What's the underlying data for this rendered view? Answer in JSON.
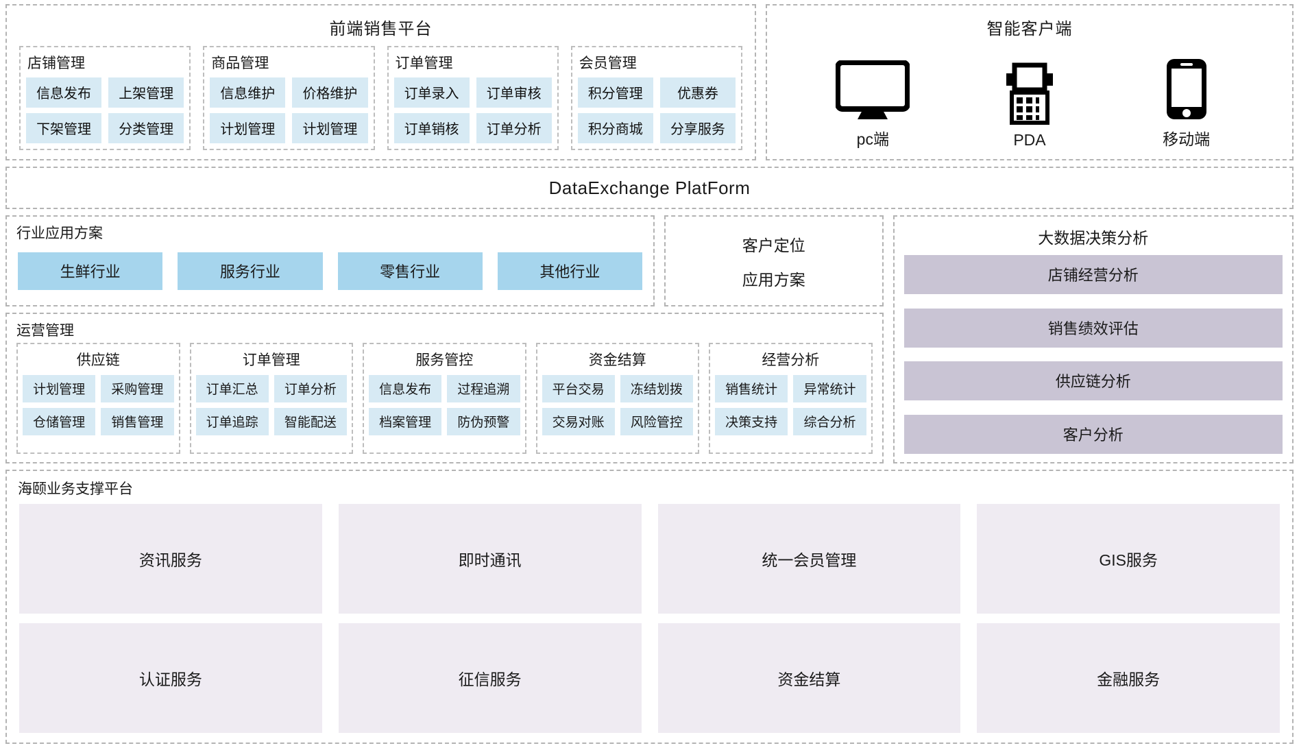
{
  "front_platform": {
    "title": "前端销售平台",
    "columns": [
      {
        "head": "店铺管理",
        "items": [
          "信息发布",
          "上架管理",
          "下架管理",
          "分类管理"
        ]
      },
      {
        "head": "商品管理",
        "items": [
          "信息维护",
          "价格维护",
          "计划管理",
          "计划管理"
        ]
      },
      {
        "head": "订单管理",
        "items": [
          "订单录入",
          "订单审核",
          "订单销核",
          "订单分析"
        ]
      },
      {
        "head": "会员管理",
        "items": [
          "积分管理",
          "优惠券",
          "积分商城",
          "分享服务"
        ]
      }
    ]
  },
  "clients": {
    "title": "智能客户端",
    "devices": [
      {
        "icon": "desktop-monitor-icon",
        "label": "pc端"
      },
      {
        "icon": "pda-scanner-icon",
        "label": "PDA"
      },
      {
        "icon": "mobile-phone-icon",
        "label": "移动端"
      }
    ]
  },
  "data_exchange": {
    "title": "DataExchange  PlatForm"
  },
  "industry": {
    "title": "行业应用方案",
    "items": [
      "生鲜行业",
      "服务行业",
      "零售行业",
      "其他行业"
    ]
  },
  "positioning": {
    "line1": "客户定位",
    "line2": "应用方案"
  },
  "operations": {
    "title": "运营管理",
    "columns": [
      {
        "head": "供应链",
        "items": [
          "计划管理",
          "采购管理",
          "仓储管理",
          "销售管理"
        ]
      },
      {
        "head": "订单管理",
        "items": [
          "订单汇总",
          "订单分析",
          "订单追踪",
          "智能配送"
        ]
      },
      {
        "head": "服务管控",
        "items": [
          "信息发布",
          "过程追溯",
          "档案管理",
          "防伪预警"
        ]
      },
      {
        "head": "资金结算",
        "items": [
          "平台交易",
          "冻结划拨",
          "交易对账",
          "风险管控"
        ]
      },
      {
        "head": "经营分析",
        "items": [
          "销售统计",
          "异常统计",
          "决策支持",
          "综合分析"
        ]
      }
    ]
  },
  "bigdata": {
    "title": "大数据决策分析",
    "items": [
      "店铺经营分析",
      "销售绩效评估",
      "供应链分析",
      "客户分析"
    ]
  },
  "support": {
    "title": "海颐业务支撑平台",
    "items": [
      "资讯服务",
      "即时通讯",
      "统一会员管理",
      "GIS服务",
      "认证服务",
      "征信服务",
      "资金结算",
      "金融服务"
    ]
  },
  "colors": {
    "chip_blue": "#d7eaf4",
    "industry_blue": "#a6d5ed",
    "chip_purple": "#c9c4d4",
    "chip_lavender": "#efebf2",
    "dashed_border": "#b3b3b3"
  }
}
